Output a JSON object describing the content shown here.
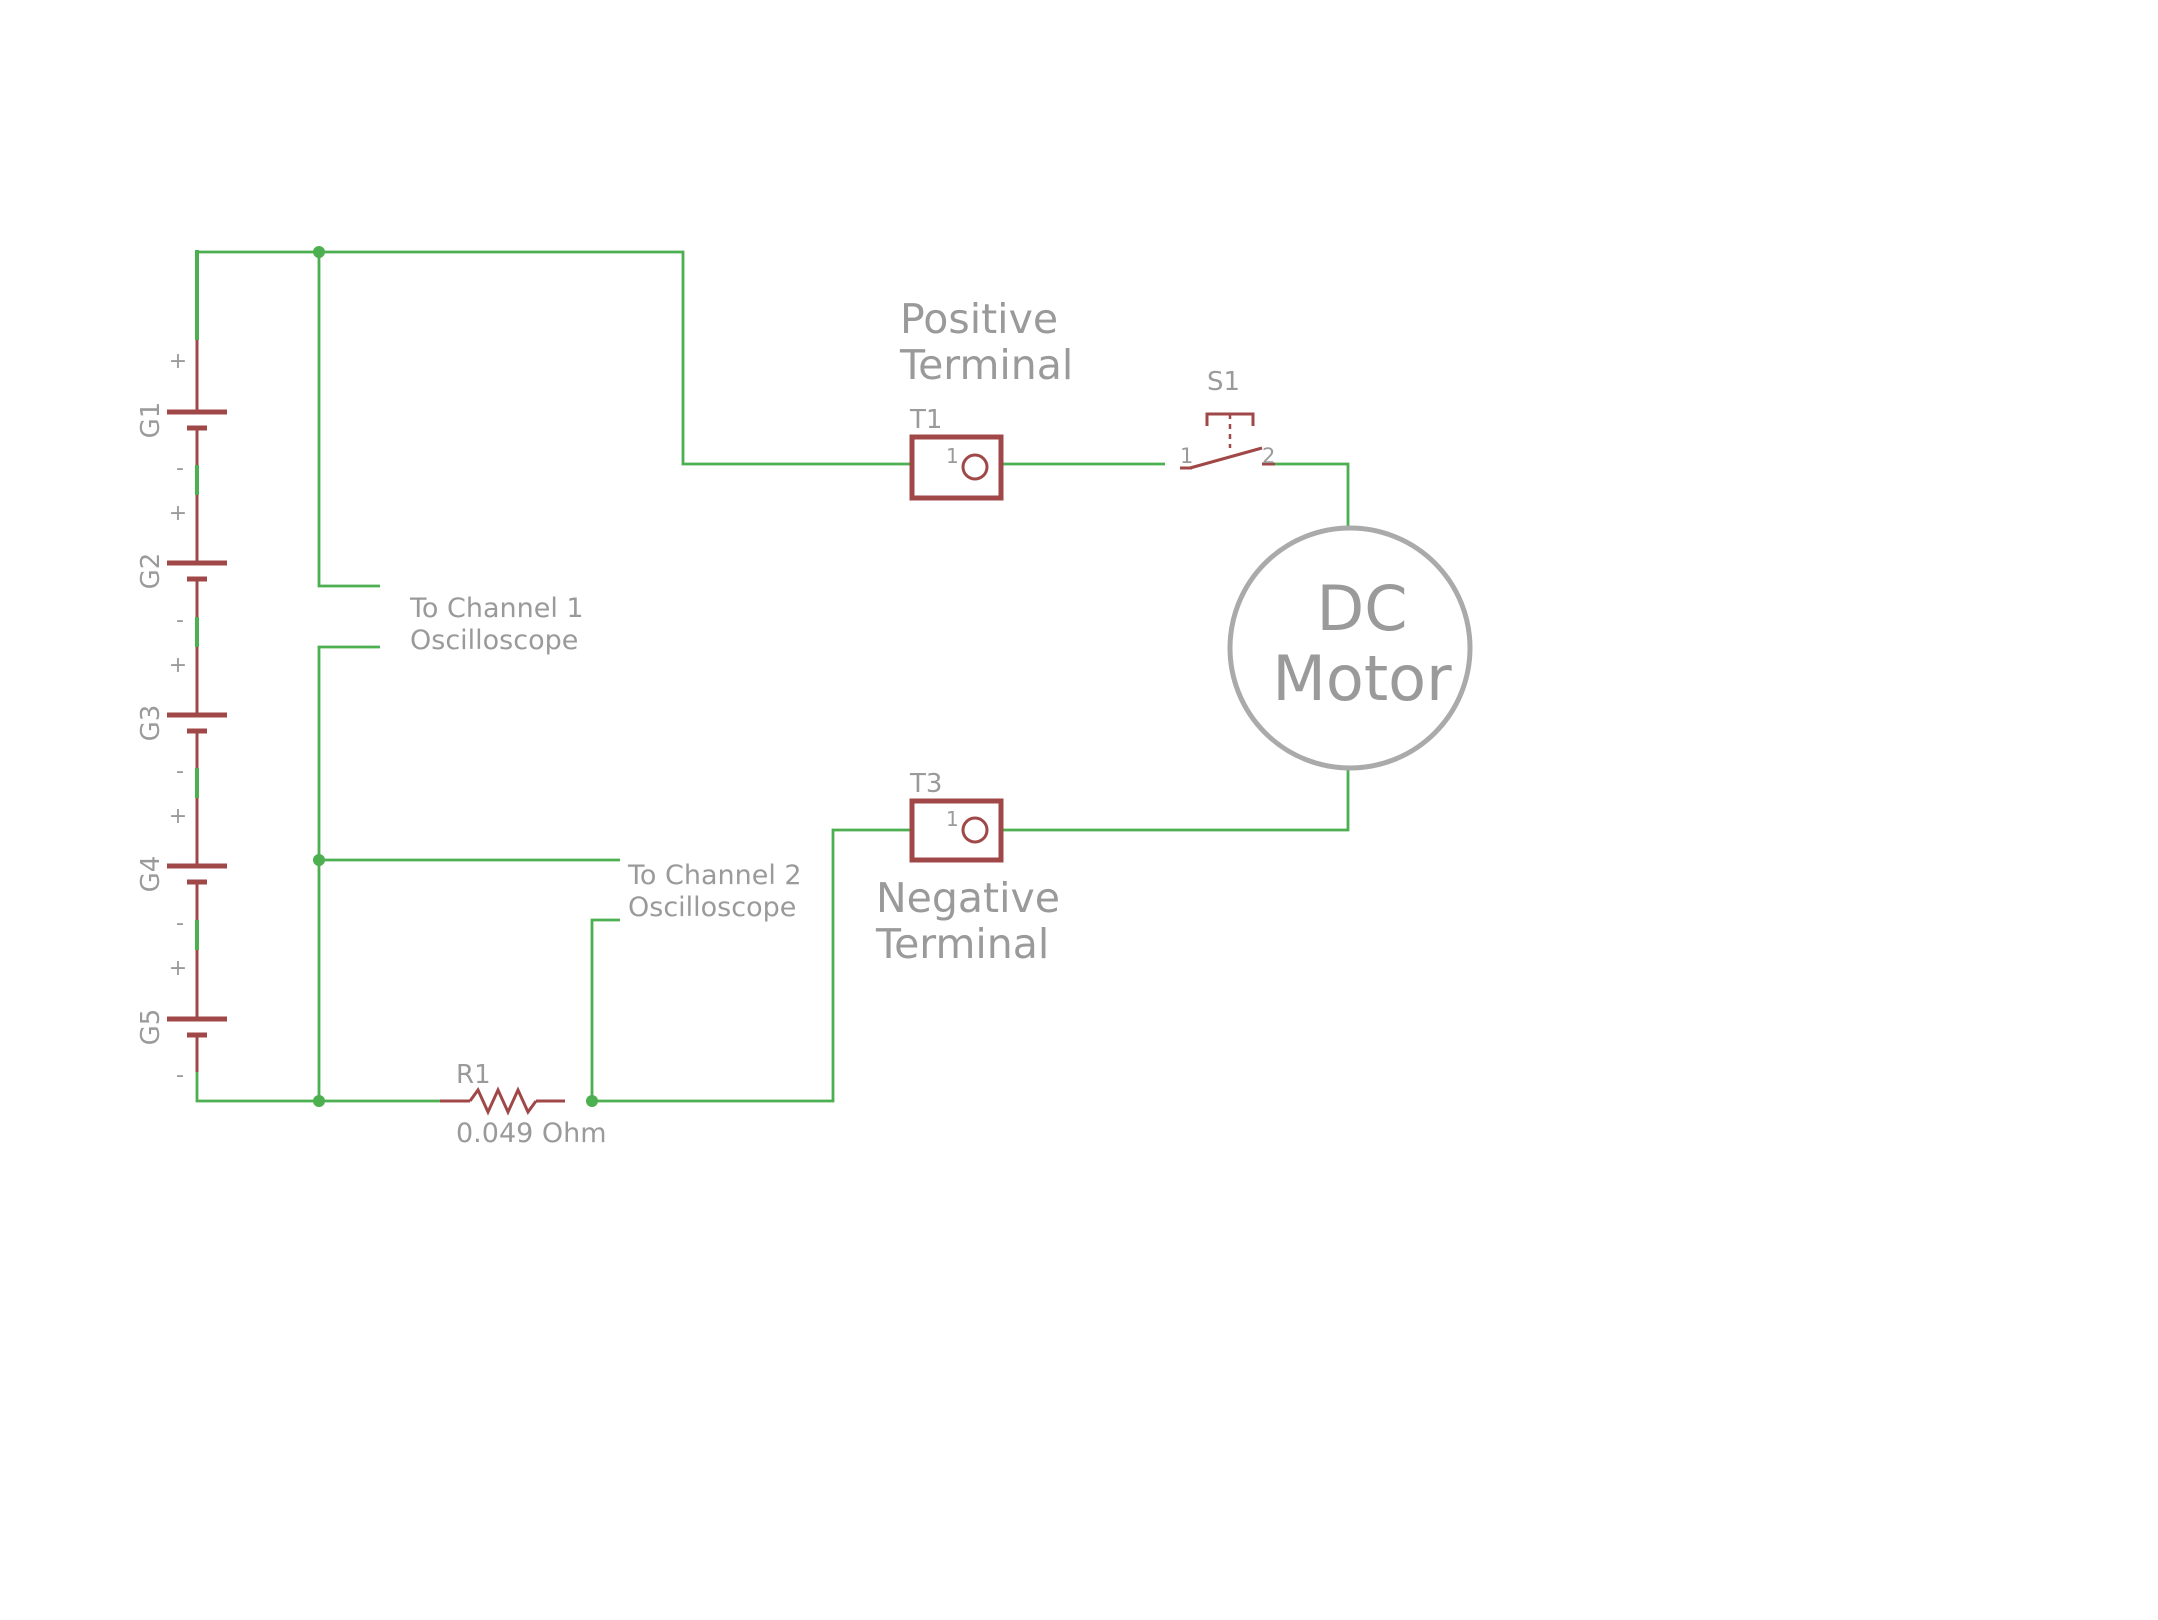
{
  "batteries": [
    {
      "name": "G1",
      "plus": "+",
      "minus": "-"
    },
    {
      "name": "G2",
      "plus": "+",
      "minus": "-"
    },
    {
      "name": "G3",
      "plus": "+",
      "minus": "-"
    },
    {
      "name": "G4",
      "plus": "+",
      "minus": "-"
    },
    {
      "name": "G5",
      "plus": "+",
      "minus": "-"
    }
  ],
  "channel1": {
    "line1": "To Channel 1",
    "line2": "Oscilloscope"
  },
  "channel2": {
    "line1": "To Channel 2",
    "line2": "Oscilloscope"
  },
  "resistor": {
    "name": "R1",
    "value": "0.049 Ohm"
  },
  "positive_terminal": {
    "line1": "Positive",
    "line2": "Terminal",
    "name": "T1",
    "pin": "1"
  },
  "negative_terminal": {
    "line1": "Negative",
    "line2": "Terminal",
    "name": "T3",
    "pin": "1"
  },
  "switch": {
    "name": "S1",
    "pin1": "1",
    "pin2": "2"
  },
  "motor": {
    "line1": "DC",
    "line2": "Motor"
  },
  "colors": {
    "wire": "#4caf50",
    "component": "#a04848",
    "label": "#9a9a9a"
  }
}
